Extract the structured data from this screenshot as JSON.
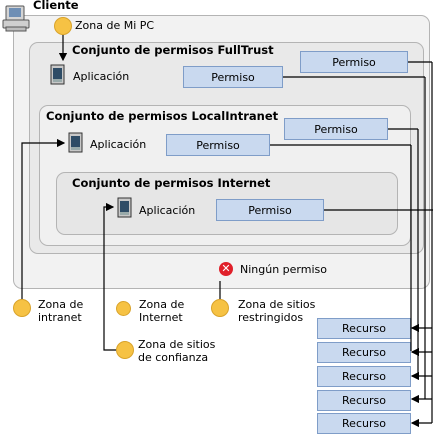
{
  "client": {
    "title": "Cliente"
  },
  "zones": {
    "mi_pc": "Zona de Mi PC",
    "intranet": "Zona de\nintranet",
    "internet": "Zona de\nInternet",
    "sitios_restringidos": "Zona de sitios\nrestringidos",
    "sitios_confianza": "Zona de sitios\nde confianza"
  },
  "permission_sets": {
    "fulltrust": {
      "title": "Conjunto de permisos FullTrust",
      "app": "Aplicación",
      "permisos": [
        "Permiso",
        "Permiso"
      ]
    },
    "localintranet": {
      "title": "Conjunto de permisos LocalIntranet",
      "app": "Aplicación",
      "permisos": [
        "Permiso",
        "Permiso"
      ]
    },
    "internet": {
      "title": "Conjunto de permisos Internet",
      "app": "Aplicación",
      "permisos": [
        "Permiso"
      ]
    }
  },
  "no_permission": "Ningún permiso",
  "recursos": [
    "Recurso",
    "Recurso",
    "Recurso",
    "Recurso",
    "Recurso"
  ],
  "colors": {
    "zone_circle": "#f6c244",
    "permission_box": "#c9d9ef",
    "no_permission_icon": "#e0202a"
  },
  "icons": {
    "client": "computer-icon",
    "app": "application-window-icon",
    "zone": "zone-circle-icon",
    "no_permission": "x-circle-icon"
  }
}
